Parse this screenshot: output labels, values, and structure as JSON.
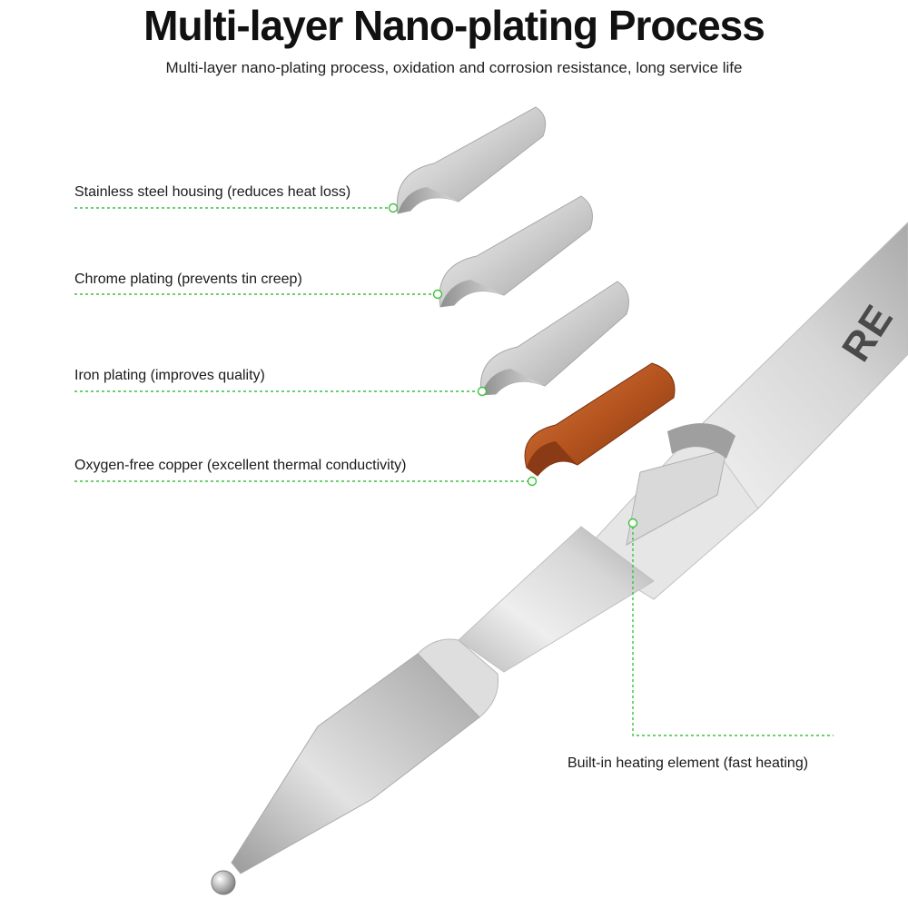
{
  "header": {
    "title": "Multi-layer Nano-plating Process",
    "subtitle": "Multi-layer nano-plating process, oxidation and corrosion resistance, long service life"
  },
  "layers": [
    {
      "label": "Stainless steel housing (reduces heat loss)",
      "color": "#c9c9c9"
    },
    {
      "label": "Chrome plating (prevents tin creep)",
      "color": "#c9c9c9"
    },
    {
      "label": "Iron plating (improves quality)",
      "color": "#c9c9c9"
    },
    {
      "label": "Oxygen-free copper (excellent thermal conductivity)",
      "color": "#b5541f"
    }
  ],
  "heating_element": {
    "label": "Built-in heating element (fast heating)"
  },
  "product": {
    "brand_mark": "RE"
  },
  "colors": {
    "leader_line": "#3cc23c",
    "steel": "#c9c9c9",
    "copper": "#b5541f"
  }
}
